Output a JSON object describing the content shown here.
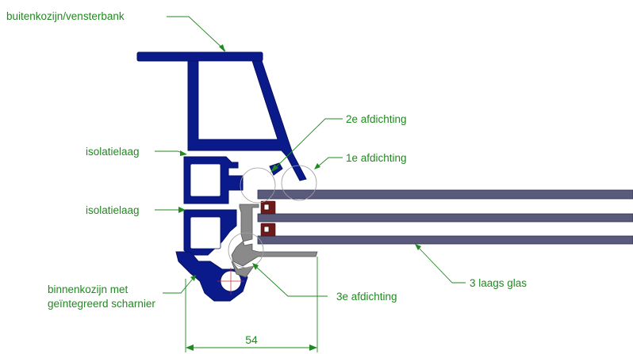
{
  "labels": {
    "outer_frame": "buitenkozijn/vensterbank",
    "seal_2": "2e afdichting",
    "seal_1": "1e afdichting",
    "insulation_1": "isolatielaag",
    "insulation_2": "isolatielaag",
    "inner_frame_line1": "binnenkozijn met",
    "inner_frame_line2": "geïntegreerd scharnier",
    "seal_3": "3e afdichting",
    "glass": "3 laags glas"
  },
  "dimension": {
    "value": "54"
  },
  "colors": {
    "profile": "#0b1a8a",
    "glass": "#5a5a7a",
    "gasket": "#8a8a8a",
    "spacer": "#6e1a1a",
    "annotation": "#1f8a1f"
  }
}
